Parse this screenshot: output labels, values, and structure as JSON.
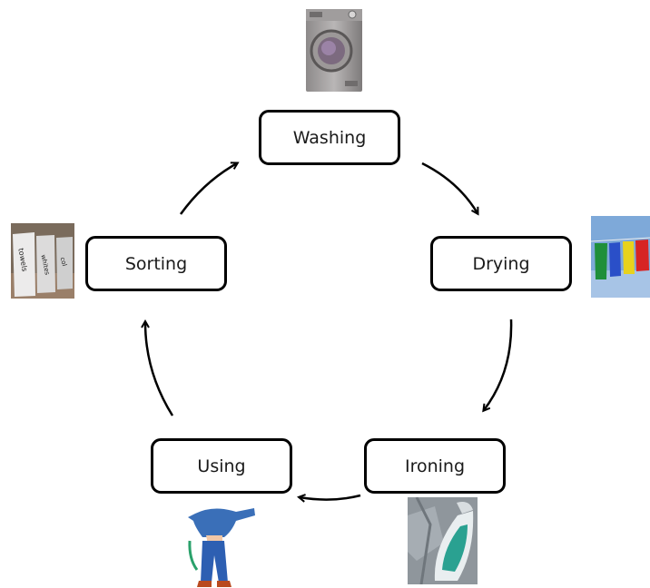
{
  "diagram": {
    "stages": {
      "washing": "Washing",
      "drying": "Drying",
      "ironing": "Ironing",
      "using": "Using",
      "sorting": "Sorting"
    },
    "bin_labels": [
      "towels",
      "whites",
      "col"
    ],
    "colors": {
      "box_border": "#000000",
      "arrow": "#000000"
    }
  }
}
